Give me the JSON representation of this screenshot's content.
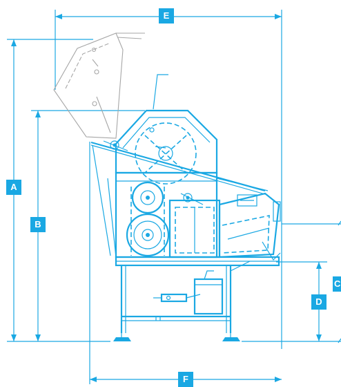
{
  "dimensions": {
    "A": "A",
    "B": "B",
    "C": "C",
    "D": "D",
    "E": "E",
    "F": "F"
  },
  "colors": {
    "line": "#1aa8e3",
    "ghost": "#a6a6a6",
    "badge_text": "#ffffff"
  }
}
